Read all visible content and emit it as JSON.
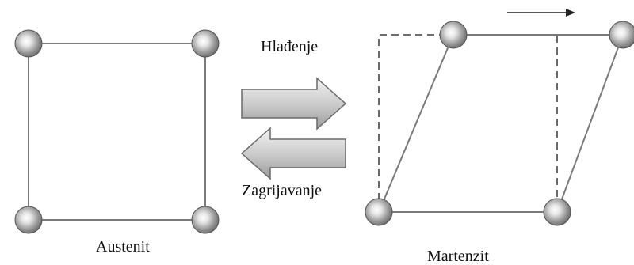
{
  "labels": {
    "cooling": "Hlađenje",
    "heating": "Zagrijavanje",
    "austenite": "Austenit",
    "martensite": "Martenzit"
  },
  "colors": {
    "bond_line": "#7a7a7a",
    "dashed_outline": "#5a5a5a",
    "atom_dark": "#6e6e6e",
    "atom_light": "#ffffff",
    "arrow_fill_light": "#f2f2f2",
    "arrow_fill_dark": "#9a9a9a",
    "arrow_stroke": "#6a6a6a",
    "shear_arrow": "#222222",
    "text": "#111111"
  },
  "icons": {
    "cooling_arrow": "right-block-arrow-icon",
    "heating_arrow": "left-block-arrow-icon",
    "shear_direction": "right-arrow-icon",
    "atom": "sphere-icon"
  }
}
